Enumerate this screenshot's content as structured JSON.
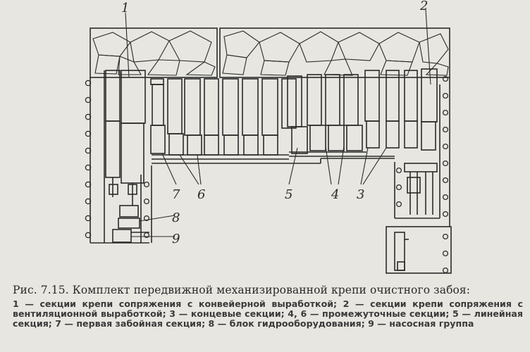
{
  "figure": {
    "labels": {
      "l1": "1",
      "l2": "2",
      "l3": "3",
      "l4": "4",
      "l5": "5",
      "l6": "6",
      "l7": "7",
      "l8": "8",
      "l9": "9"
    },
    "colors": {
      "ink": "#2b2b2b",
      "paper": "#e7e6e0"
    }
  },
  "caption": {
    "title": "Рис. 7.15. Комплект передвижной механизированной крепи очистного забоя:",
    "description": "1 — секции крепи сопряжения с конвейерной выработкой; 2 — секции крепи сопряжения с вентиляционной выработкой; 3 — концевые секции; 4, 6 — промежуточные секции; 5 — линейная секция; 7 — первая забойная секция; 8 — блок гидрооборудования; 9 — насосная группа"
  }
}
